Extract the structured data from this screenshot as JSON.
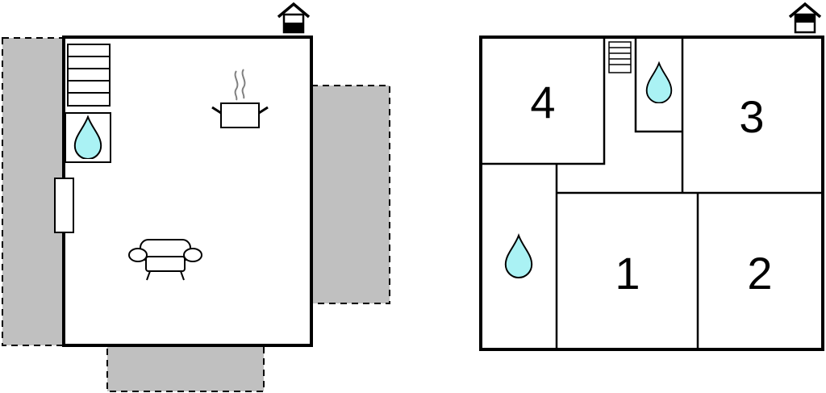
{
  "colors": {
    "wall": "#000000",
    "background": "#ffffff",
    "terrace": "#c0c0c0",
    "water": "#aaf2f4",
    "steam": "#808080"
  },
  "icons": [
    "house-icon",
    "stairs-icon",
    "water-drop-icon",
    "cooking-pot-icon",
    "armchair-icon",
    "window-icon"
  ],
  "ground_floor": {
    "rooms": [
      "living room",
      "kitchen",
      "bathroom",
      "stairs"
    ]
  },
  "upper_floor": {
    "rooms": [
      {
        "id": "room-1",
        "label": "1"
      },
      {
        "id": "room-2",
        "label": "2"
      },
      {
        "id": "room-3",
        "label": "3"
      },
      {
        "id": "room-4",
        "label": "4"
      }
    ]
  }
}
